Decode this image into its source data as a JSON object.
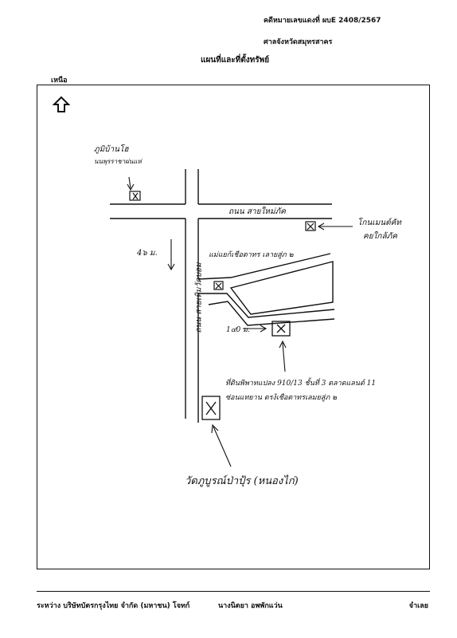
{
  "header": {
    "case_number": "คดีหมายเลขแดงที่ ผบE 2408/2567",
    "court": "ศาลจังหวัดสมุทรสาคร",
    "title": "แผนที่และที่ตั้งทรัพย์",
    "north_label": "เหนือ"
  },
  "map": {
    "labels": {
      "top_left_landmark": "ภูมิบ้านโฮ",
      "top_left_sub": "นนพุรราชาผ่นแห่",
      "road_horizontal": "ถนน สายใหม่ภัค",
      "right_landmark": "โกนเมนต์คัท",
      "right_landmark_sub": "คยใกล้ภัค",
      "distance_top": "4๖ ม.",
      "junction_label": "แม่แยก้เชือตาทร เลายสู่ภ ๒",
      "road_vertical": "ถนน สายเทิมวัดบอม",
      "distance_mid": "1๔0 ม.",
      "property_line1": "ที่ดินพิพาทแปลง 910/13 ชั้นที่ 3 ตลาดแลนด์ 11",
      "property_line2": "ซ่อนแทยาน ตรง้เชือตาทรเลมยสู่ภ ๒",
      "temple": "วัดภูบูรณ์ป่าปุ้ร (หนองไก่)"
    },
    "icons": [
      "north-arrow-icon",
      "building-marker-icon",
      "temple-marker-icon",
      "property-marker-icon"
    ]
  },
  "footer": {
    "parties": "ระหว่าง บริษัทบัตรกรุงไทย จำกัด (มหาชน) โจทก์",
    "defendant": "นางนิตยา อพพักแว่น",
    "role": "จำเลย"
  }
}
